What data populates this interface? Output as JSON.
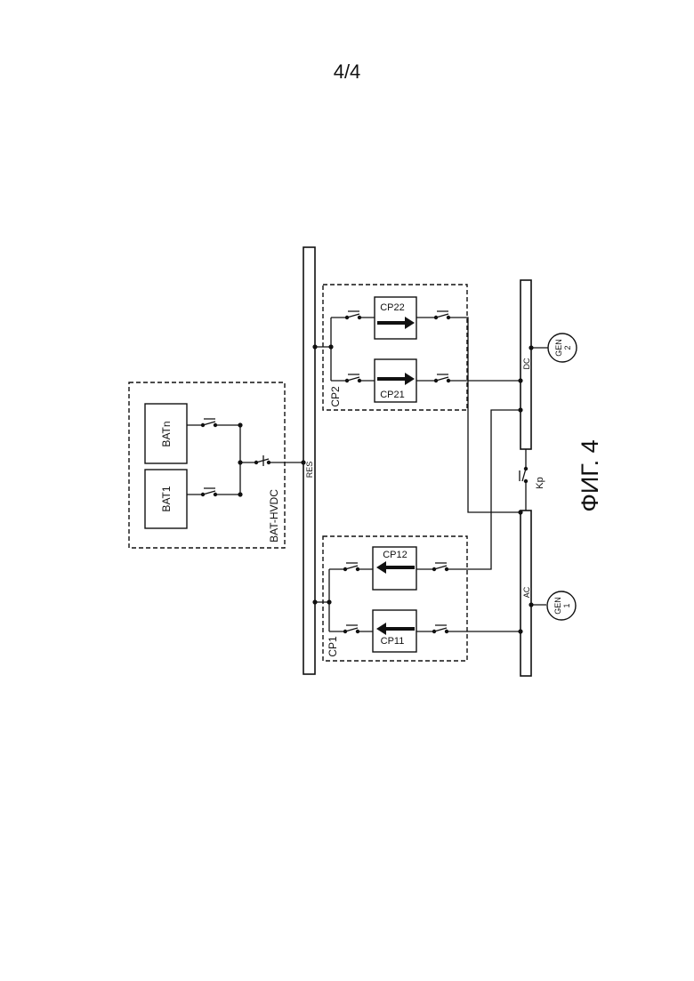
{
  "page": {
    "number": "4/4"
  },
  "figure": {
    "caption": "ФИГ. 4"
  },
  "buses": {
    "res": "RES",
    "dc": "DC",
    "ac": "AC"
  },
  "groups": {
    "bat": "BAT-HVDC",
    "cp1": "CP1",
    "cp2": "CP2"
  },
  "batteries": {
    "bat1": "BAT1",
    "batn": "BATn"
  },
  "converters": {
    "cp11": "CP11",
    "cp12": "CP12",
    "cp21": "CP21",
    "cp22": "CP22"
  },
  "generators": {
    "gen1_name": "GEN",
    "gen1_index": "1",
    "gen2_name": "GEN",
    "gen2_index": "2"
  },
  "coupler": {
    "label": "Kp"
  }
}
